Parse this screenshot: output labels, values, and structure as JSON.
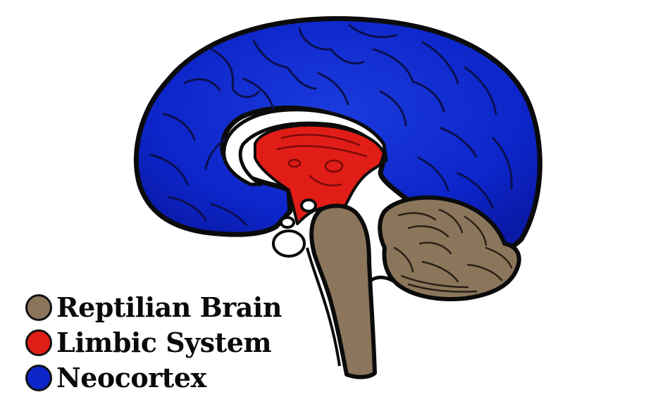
{
  "colors": {
    "reptilian": "#8b765c",
    "limbic": "#e01d17",
    "neocortex": "#0d25c9",
    "outline": "#0b0b0b",
    "fold": "#0a1050"
  },
  "legend": {
    "items": [
      {
        "name": "reptilian-brain",
        "label": "Reptilian Brain",
        "color": "#8b765c"
      },
      {
        "name": "limbic-system",
        "label": "Limbic System",
        "color": "#e01d17"
      },
      {
        "name": "neocortex",
        "label": "Neocortex",
        "color": "#0d25c9"
      }
    ]
  }
}
